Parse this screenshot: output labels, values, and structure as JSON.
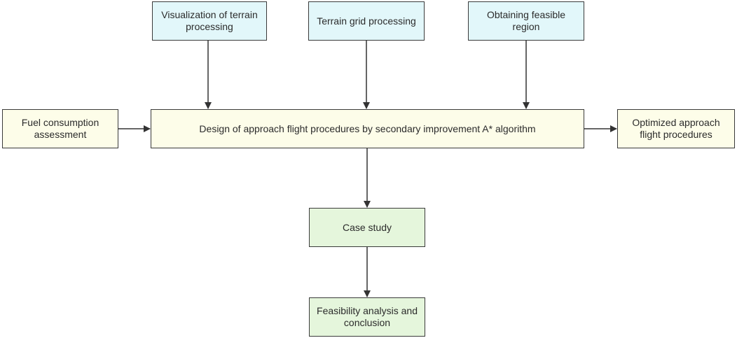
{
  "nodes": {
    "visualization": "Visualization of terrain processing",
    "terrain_grid": "Terrain grid processing",
    "feasible_region": "Obtaining feasible region",
    "fuel": "Fuel consumption assessment",
    "design": "Design of approach flight procedures by secondary improvement A* algorithm",
    "optimized": "Optimized approach flight procedures",
    "case_study": "Case study",
    "conclusion": "Feasibility analysis and conclusion"
  },
  "colors": {
    "input_fill": "#e2f7fa",
    "process_fill": "#fdfde9",
    "result_fill": "#e5f6dc",
    "stroke": "#3a3a3a"
  }
}
